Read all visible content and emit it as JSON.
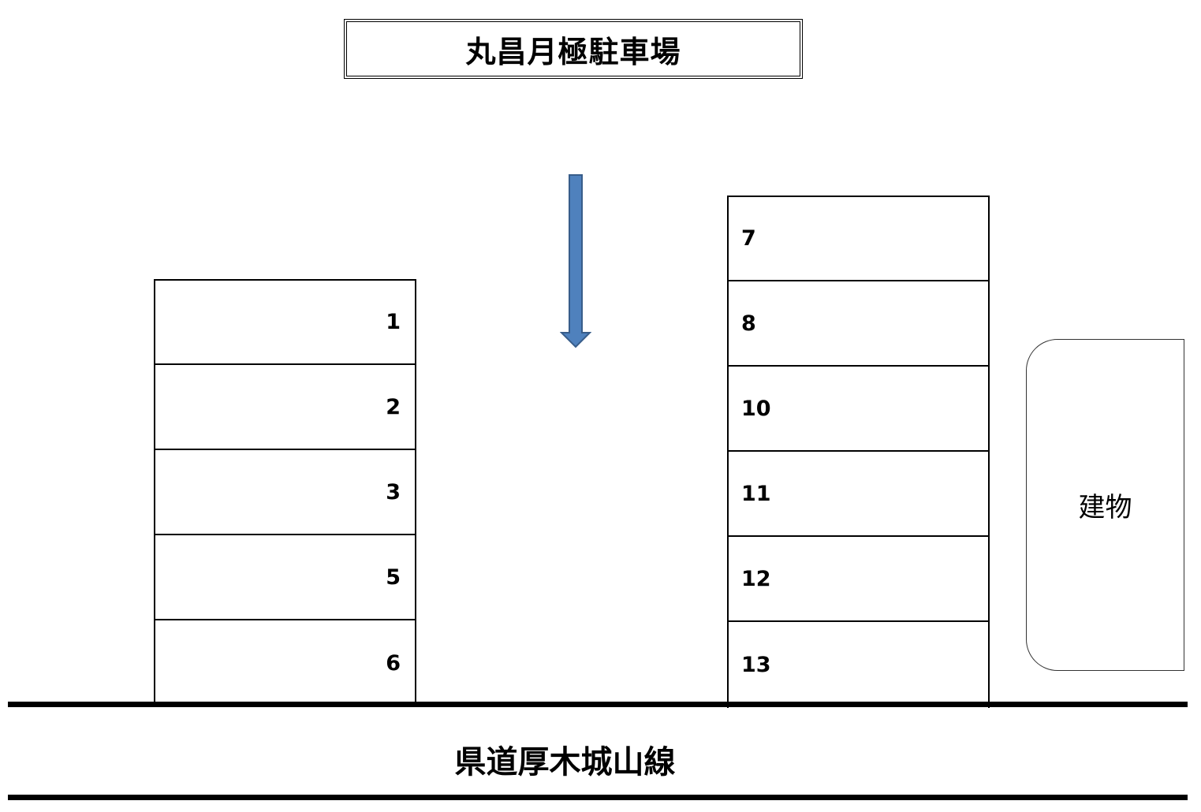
{
  "title": "丸昌月極駐車場",
  "left_column": {
    "spaces": [
      "1",
      "2",
      "3",
      "5",
      "6"
    ]
  },
  "right_column": {
    "spaces": [
      "7",
      "8",
      "10",
      "11",
      "12",
      "13"
    ]
  },
  "building_label": "建物",
  "road_label": "県道厚木城山線",
  "colors": {
    "arrow_fill": "#4f81bd",
    "arrow_stroke": "#385d8a"
  },
  "icons": {
    "entry_arrow": "arrow-down-icon"
  }
}
